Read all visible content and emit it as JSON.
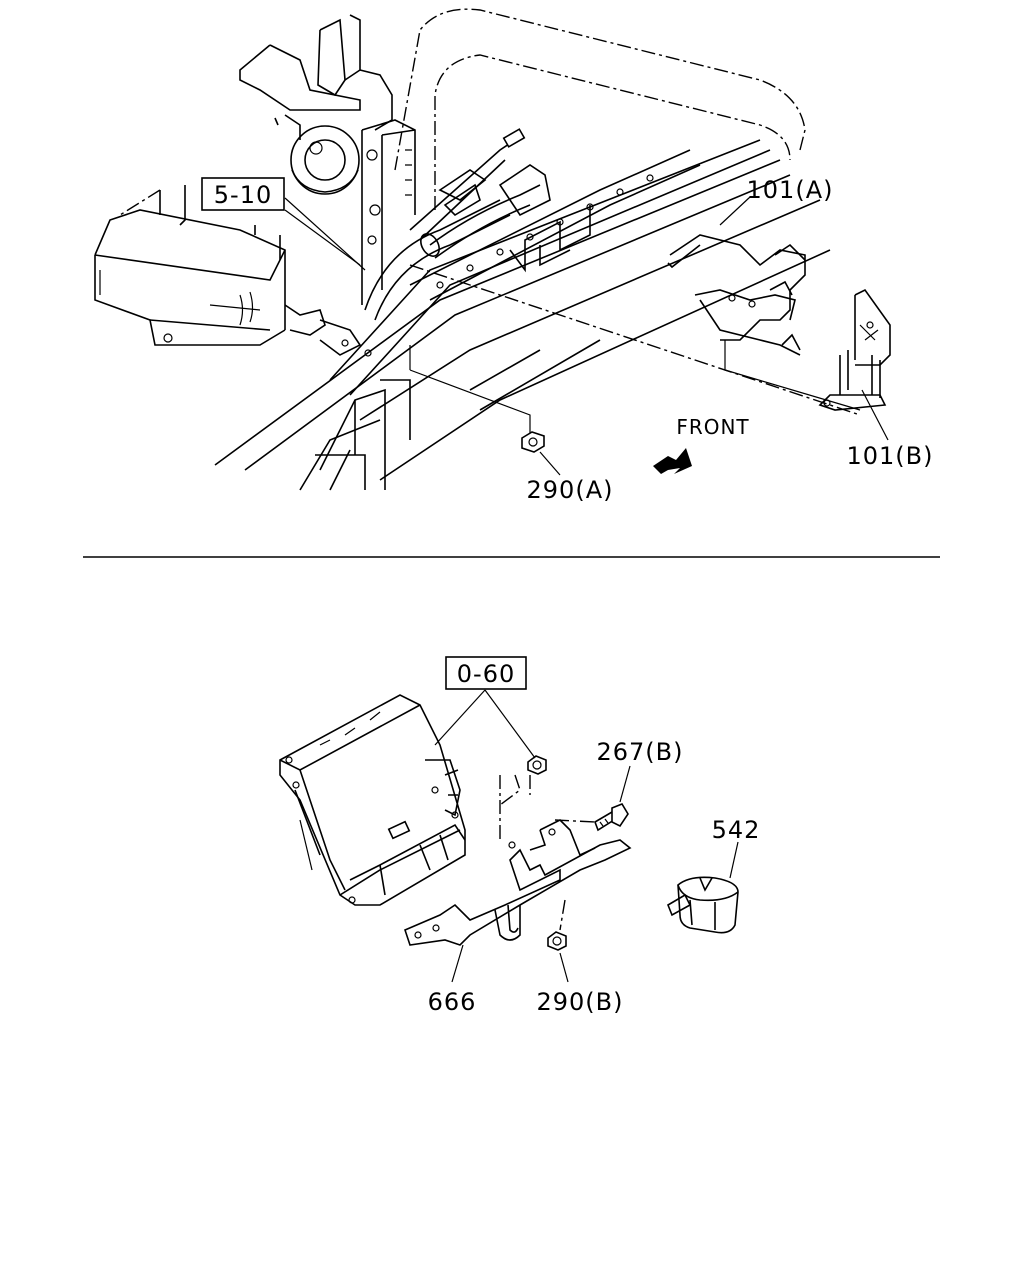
{
  "callouts": {
    "ref_5_10": "5-10",
    "part_101a": "101(A)",
    "part_101b": "101(B)",
    "part_290a": "290(A)",
    "front": "FRONT",
    "ref_0_60": "0-60",
    "part_267b": "267(B)",
    "part_542": "542",
    "part_666": "666",
    "part_290b": "290(B)"
  },
  "icons": {
    "front_arrow": "front-arrow-icon"
  }
}
